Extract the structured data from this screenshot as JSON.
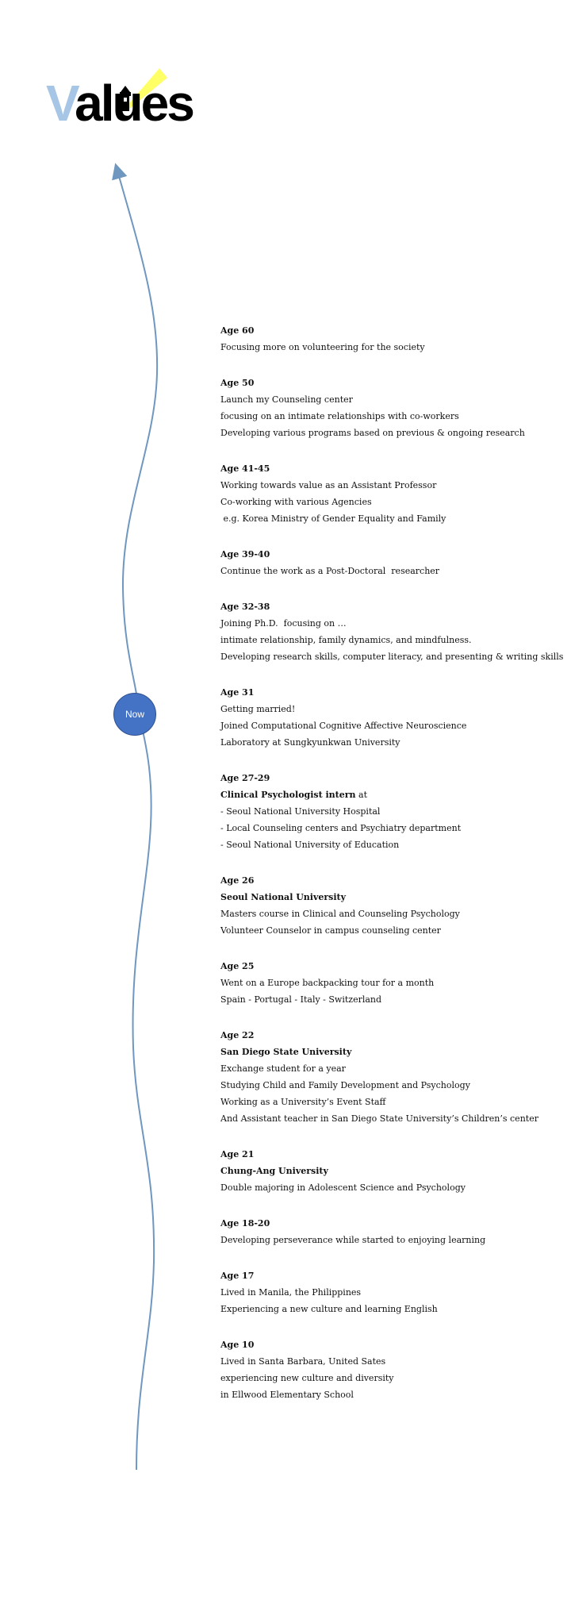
{
  "logo": {
    "first_letter": "V",
    "rest": "alues",
    "beam_color": "#ffff66",
    "first_letter_color": "#a7c5e4",
    "icon": "lighthouse-icon"
  },
  "now_label": "Now",
  "colors": {
    "timeline_line": "#6f97bf",
    "now_marker": "#4472c4"
  },
  "entries": [
    {
      "age": "Age 60",
      "lines": [
        {
          "text": "Focusing more on volunteering for the society"
        }
      ]
    },
    {
      "age": "Age 50",
      "lines": [
        {
          "text": "Launch my Counseling center"
        },
        {
          "text": "focusing on an intimate relationships with co-workers"
        },
        {
          "text": "Developing various programs based on previous & ongoing research"
        }
      ]
    },
    {
      "age": "Age 41-45",
      "lines": [
        {
          "text": "Working towards value as an Assistant Professor"
        },
        {
          "text": "Co-working with various Agencies"
        },
        {
          "text": " e.g. Korea Ministry of Gender Equality and Family"
        }
      ]
    },
    {
      "age": "Age 39-40",
      "lines": [
        {
          "text": "Continue the work as a Post-Doctoral  researcher"
        }
      ]
    },
    {
      "age": "Age 32-38",
      "lines": [
        {
          "text": "Joining Ph.D.  focusing on …"
        },
        {
          "text": "intimate relationship, family dynamics, and mindfulness."
        },
        {
          "text": "Developing research skills, computer literacy, and presenting & writing skills"
        }
      ]
    },
    {
      "age": "Age 31",
      "lines": [
        {
          "text": "Getting married!"
        },
        {
          "text": "Joined Computational Cognitive Affective Neuroscience"
        },
        {
          "text": "Laboratory at Sungkyunkwan University"
        }
      ]
    },
    {
      "age": "Age 27-29",
      "lines": [
        {
          "bold": "Clinical Psychologist intern",
          "text": " at"
        },
        {
          "text": "- Seoul National University Hospital"
        },
        {
          "text": "- Local Counseling centers and Psychiatry department"
        },
        {
          "text": "- Seoul National University of Education"
        }
      ]
    },
    {
      "age": "Age 26",
      "lines": [
        {
          "bold": "Seoul National University"
        },
        {
          "text": "Masters course in Clinical and Counseling Psychology"
        },
        {
          "text": "Volunteer Counselor in campus counseling center"
        }
      ]
    },
    {
      "age": "Age 25",
      "lines": [
        {
          "text": "Went on a Europe backpacking tour for a month"
        },
        {
          "text": "Spain - Portugal - Italy - Switzerland"
        }
      ]
    },
    {
      "age": "Age 22",
      "lines": [
        {
          "bold": "San Diego State University"
        },
        {
          "text": "Exchange student for a year"
        },
        {
          "text": "Studying Child and Family Development and Psychology"
        },
        {
          "text": "Working as a University’s Event Staff"
        },
        {
          "text": "And Assistant teacher in San Diego State University’s Children’s center"
        }
      ]
    },
    {
      "age": "Age 21",
      "lines": [
        {
          "bold": "Chung-Ang University"
        },
        {
          "text": "Double majoring in Adolescent Science and Psychology"
        }
      ]
    },
    {
      "age": "Age 18-20",
      "lines": [
        {
          "text": "Developing perseverance while started to enjoying learning"
        }
      ]
    },
    {
      "age": "Age 17",
      "lines": [
        {
          "text": "Lived in Manila, the Philippines"
        },
        {
          "text": "Experiencing a new culture and learning English"
        }
      ]
    },
    {
      "age": "Age 10",
      "lines": [
        {
          "text": "Lived in Santa Barbara, United Sates"
        },
        {
          "text": "experiencing new culture and diversity"
        },
        {
          "text": "in Ellwood Elementary School"
        }
      ]
    }
  ]
}
